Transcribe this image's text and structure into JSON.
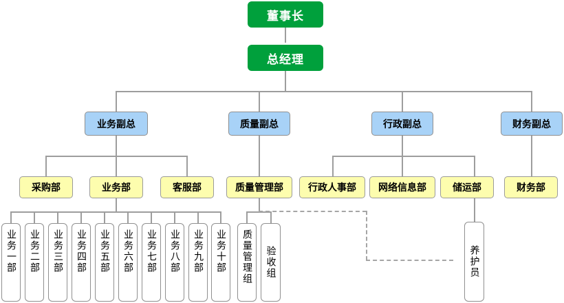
{
  "chart": {
    "type": "org-chart",
    "title": "",
    "colors": {
      "executive_fill": "#00a03c",
      "executive_text": "#ffffff",
      "vp_fill": "#a8d2f7",
      "department_fill": "#fdfdae",
      "team_fill": "#ffffff",
      "border": "#8f8f8f",
      "connector": "#9d9d9d",
      "dashed_connector": "#a5a5a5"
    },
    "levels": {
      "executive": [
        "董事长",
        "总经理"
      ],
      "vice_presidents": [
        "业务副总",
        "质量副总",
        "行政副总",
        "财务副总"
      ],
      "departments": [
        "采购部",
        "业务部",
        "客服部",
        "质量管理部",
        "行政人事部",
        "网络信息部",
        "储运部",
        "财务部"
      ],
      "teams": [
        "业务一部",
        "业务二部",
        "业务三部",
        "业务四部",
        "业务五部",
        "业务六部",
        "业务七部",
        "业务八部",
        "业务九部",
        "业务十部",
        "质量管理组",
        "验收组",
        "养护员"
      ]
    },
    "nodes": {
      "chairman": {
        "label": "董事长"
      },
      "general_manager": {
        "label": "总经理"
      },
      "vp_business": {
        "label": "业务副总"
      },
      "vp_quality": {
        "label": "质量副总"
      },
      "vp_admin": {
        "label": "行政副总"
      },
      "vp_finance": {
        "label": "财务副总"
      },
      "dept_purchasing": {
        "label": "采购部"
      },
      "dept_business": {
        "label": "业务部"
      },
      "dept_customer_service": {
        "label": "客服部"
      },
      "dept_quality_management": {
        "label": "质量管理部"
      },
      "dept_admin_hr": {
        "label": "行政人事部"
      },
      "dept_network_info": {
        "label": "网络信息部"
      },
      "dept_storage_transport": {
        "label": "储运部"
      },
      "dept_finance": {
        "label": "财务部"
      },
      "team_business_1": {
        "label": "业务一部"
      },
      "team_business_2": {
        "label": "业务二部"
      },
      "team_business_3": {
        "label": "业务三部"
      },
      "team_business_4": {
        "label": "业务四部"
      },
      "team_business_5": {
        "label": "业务五部"
      },
      "team_business_6": {
        "label": "业务六部"
      },
      "team_business_7": {
        "label": "业务七部"
      },
      "team_business_8": {
        "label": "业务八部"
      },
      "team_business_9": {
        "label": "业务九部"
      },
      "team_business_10": {
        "label": "业务十部"
      },
      "team_quality_group": {
        "label": "质量管理组"
      },
      "team_acceptance_group": {
        "label": "验收组"
      },
      "team_maintenance_staff": {
        "label": "养护员"
      }
    },
    "relations": [
      {
        "parent": "chairman",
        "child": "general_manager",
        "style": "solid"
      },
      {
        "parent": "general_manager",
        "child": "vp_business",
        "style": "solid"
      },
      {
        "parent": "general_manager",
        "child": "vp_quality",
        "style": "solid"
      },
      {
        "parent": "general_manager",
        "child": "vp_admin",
        "style": "solid"
      },
      {
        "parent": "general_manager",
        "child": "vp_finance",
        "style": "solid"
      },
      {
        "parent": "vp_business",
        "child": "dept_purchasing",
        "style": "solid"
      },
      {
        "parent": "vp_business",
        "child": "dept_business",
        "style": "solid"
      },
      {
        "parent": "vp_business",
        "child": "dept_customer_service",
        "style": "solid"
      },
      {
        "parent": "vp_quality",
        "child": "dept_quality_management",
        "style": "solid"
      },
      {
        "parent": "vp_admin",
        "child": "dept_admin_hr",
        "style": "solid"
      },
      {
        "parent": "vp_admin",
        "child": "dept_network_info",
        "style": "solid"
      },
      {
        "parent": "vp_admin",
        "child": "dept_storage_transport",
        "style": "solid"
      },
      {
        "parent": "vp_finance",
        "child": "dept_finance",
        "style": "solid"
      },
      {
        "parent": "dept_business",
        "child": "team_business_1",
        "style": "solid"
      },
      {
        "parent": "dept_business",
        "child": "team_business_2",
        "style": "solid"
      },
      {
        "parent": "dept_business",
        "child": "team_business_3",
        "style": "solid"
      },
      {
        "parent": "dept_business",
        "child": "team_business_4",
        "style": "solid"
      },
      {
        "parent": "dept_business",
        "child": "team_business_5",
        "style": "solid"
      },
      {
        "parent": "dept_business",
        "child": "team_business_6",
        "style": "solid"
      },
      {
        "parent": "dept_business",
        "child": "team_business_7",
        "style": "solid"
      },
      {
        "parent": "dept_business",
        "child": "team_business_8",
        "style": "solid"
      },
      {
        "parent": "dept_business",
        "child": "team_business_9",
        "style": "solid"
      },
      {
        "parent": "dept_business",
        "child": "team_business_10",
        "style": "solid"
      },
      {
        "parent": "dept_quality_management",
        "child": "team_quality_group",
        "style": "solid"
      },
      {
        "parent": "dept_quality_management",
        "child": "team_acceptance_group",
        "style": "solid"
      },
      {
        "parent": "dept_storage_transport",
        "child": "team_maintenance_staff",
        "style": "solid"
      },
      {
        "parent": "dept_quality_management",
        "child": "team_maintenance_staff",
        "style": "dashed"
      }
    ]
  }
}
